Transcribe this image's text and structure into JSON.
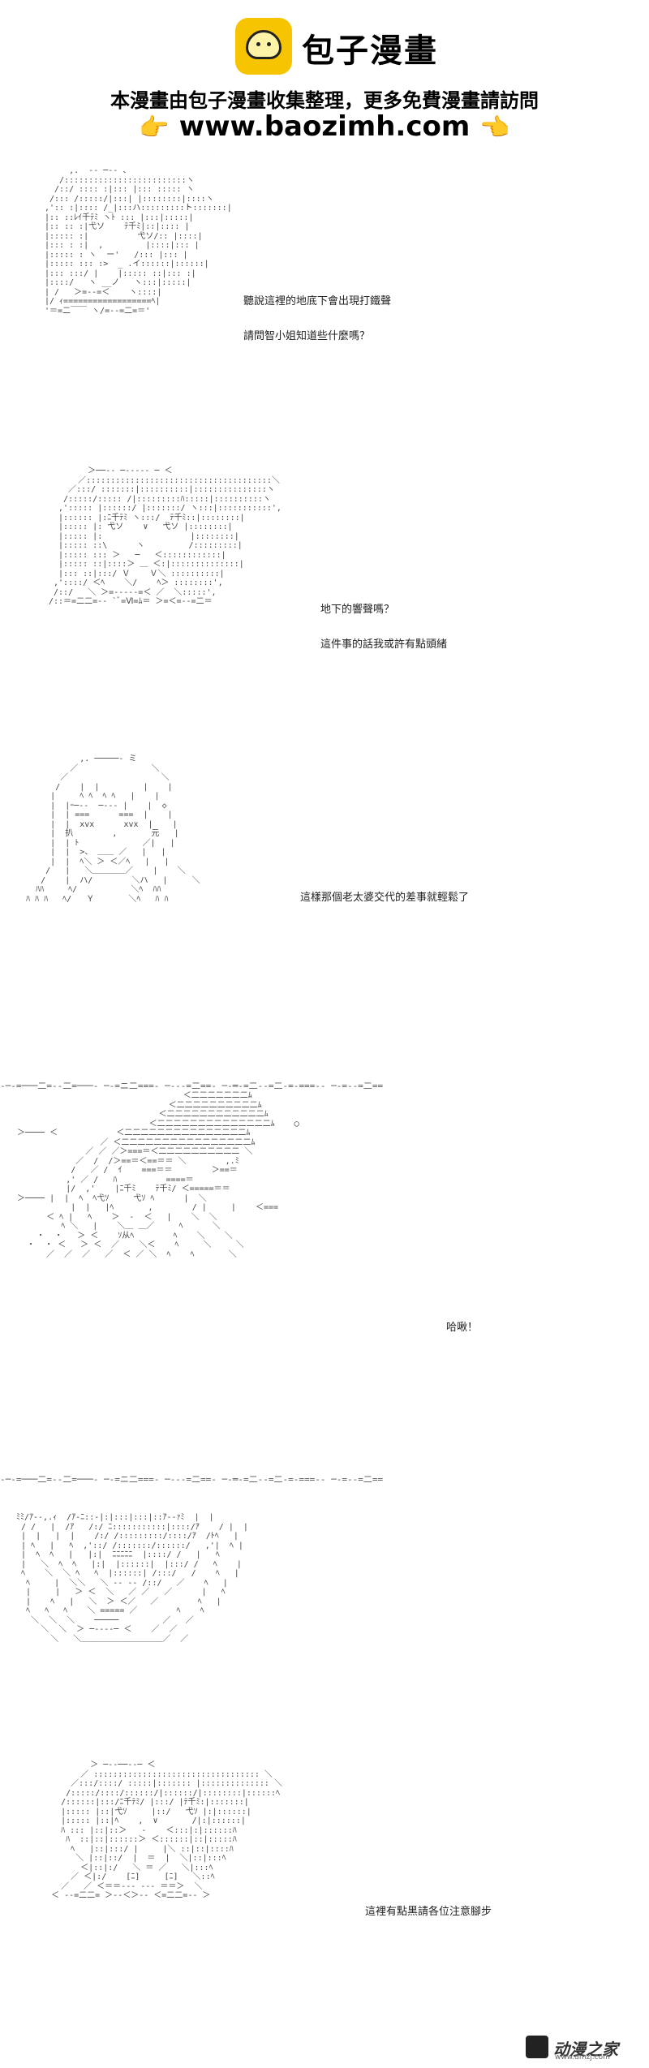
{
  "header": {
    "brand": "包子漫畫",
    "notice": "本漫畫由包子漫畫收集整理，更多免費漫畫請訪問",
    "url": "www.baozimh.com",
    "hand_left": "👉",
    "hand_right": "👈",
    "logo_icon": "bun-logo-icon"
  },
  "panels": [
    {
      "lines": [
        "聽說這裡的地底下會出現打鐵聲",
        "請問智小姐知道些什麼嗎？"
      ]
    },
    {
      "lines": [
        "地下的響聲嗎？",
        "這件事的話我或許有點頭緒"
      ]
    },
    {
      "lines": [
        "這樣那個老太婆交代的差事就輕鬆了"
      ]
    },
    {
      "lines": [
        "哈啾！"
      ]
    },
    {
      "lines": []
    },
    {
      "lines": [
        "這裡有點黑請各位注意腳步"
      ]
    }
  ],
  "watermark": {
    "text": "动漫之家",
    "sub": "www.dmzj.com",
    "icon": "dmzj-logo-icon"
  },
  "colors": {
    "logo_yellow": "#f6c400",
    "hand_yellow": "#f2a900"
  }
}
